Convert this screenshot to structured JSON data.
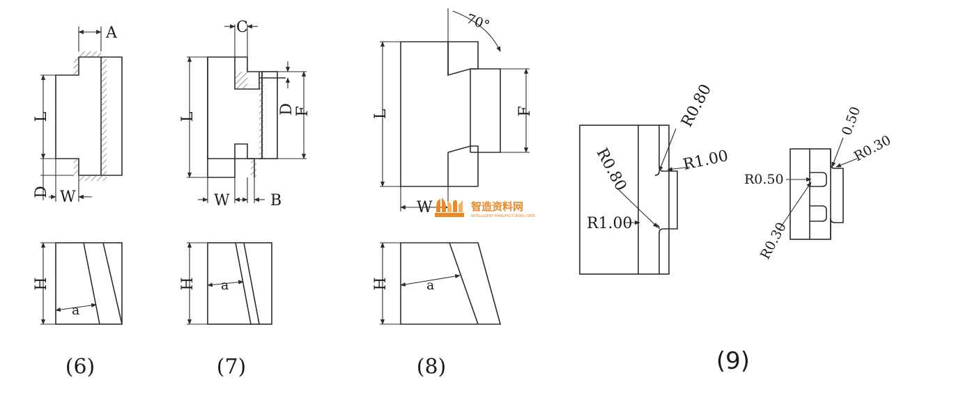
{
  "figures": [
    {
      "caption": "(6)",
      "labels": {
        "A": "A",
        "L": "L",
        "D": "D",
        "W": "W",
        "H": "H",
        "a": "a"
      }
    },
    {
      "caption": "(7)",
      "labels": {
        "C": "C",
        "L": "L",
        "D": "D",
        "F": "F",
        "W": "W",
        "B": "B",
        "H": "H",
        "a": "a"
      }
    },
    {
      "caption": "(8)",
      "labels": {
        "angle": "70°",
        "L": "L",
        "F": "F",
        "W": "W",
        "H": "H",
        "a": "a"
      }
    },
    {
      "caption": "(9)",
      "labels": {
        "r080_top": "R0.80",
        "r100_right": "R1.00",
        "r080_left": "R0.80",
        "r100_left": "R1.00",
        "t050": "0.50",
        "r030_top": "R0.30",
        "r050": "R0.50",
        "r030_bottom": "R0.30"
      }
    }
  ],
  "watermark": {
    "cn": "智造资料网",
    "en": "INTELLIGENT MANUFACTURING DATA",
    "color": "#e8892a"
  }
}
